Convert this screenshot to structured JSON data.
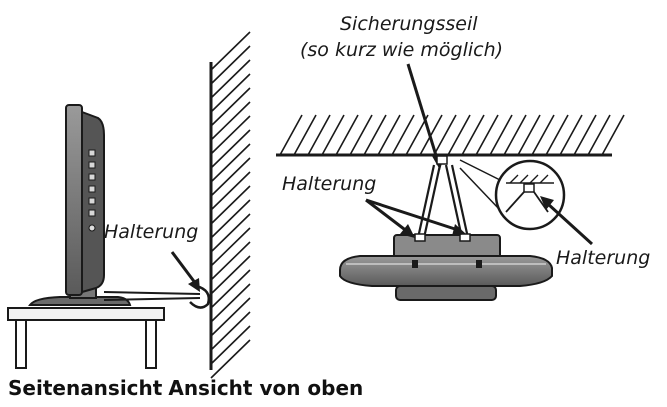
{
  "labels": {
    "safety_rope_line1": "Sicherungsseil",
    "safety_rope_line2": "(so kurz wie möglich)",
    "bracket_top_left": "Halterung",
    "bracket_side": "Halterung",
    "bracket_detail": "Halterung"
  },
  "captions": {
    "side_view": "Seitenansicht",
    "top_view": "Ansicht von oben"
  },
  "colors": {
    "ink": "#1a1a1a",
    "tv_gray": "#888888",
    "tv_dark": "#3a3a3a"
  }
}
